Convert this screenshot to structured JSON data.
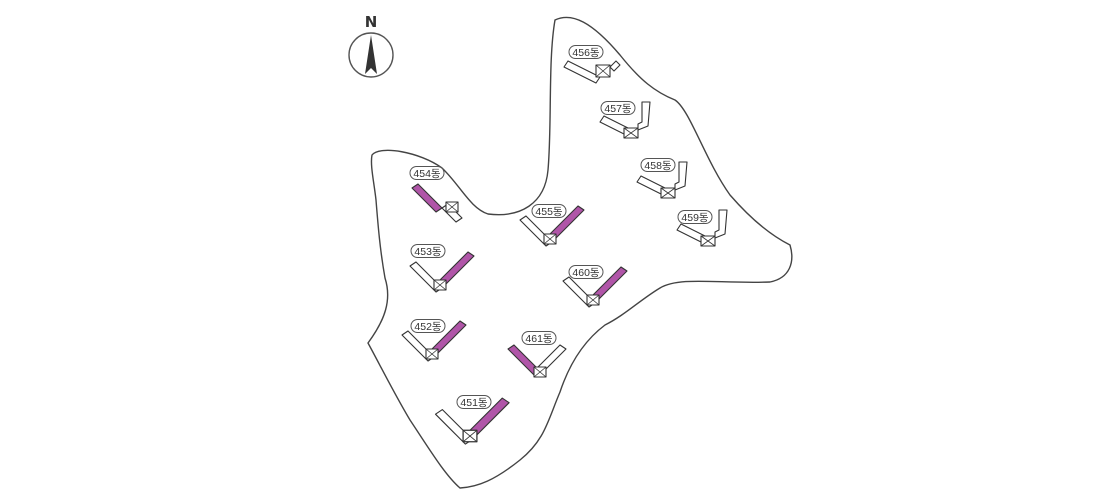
{
  "compass": {
    "label": "N"
  },
  "colors": {
    "highlight": "#b055a8",
    "outline": "#333333",
    "boundary": "#444444",
    "background": "#ffffff"
  },
  "buildings": [
    {
      "id": "b451",
      "label": "451동",
      "highlighted": true
    },
    {
      "id": "b452",
      "label": "452동",
      "highlighted": true
    },
    {
      "id": "b453",
      "label": "453동",
      "highlighted": true
    },
    {
      "id": "b454",
      "label": "454동",
      "highlighted": true
    },
    {
      "id": "b455",
      "label": "455동",
      "highlighted": true
    },
    {
      "id": "b456",
      "label": "456동",
      "highlighted": false
    },
    {
      "id": "b457",
      "label": "457동",
      "highlighted": false
    },
    {
      "id": "b458",
      "label": "458동",
      "highlighted": false
    },
    {
      "id": "b459",
      "label": "459동",
      "highlighted": false
    },
    {
      "id": "b460",
      "label": "460동",
      "highlighted": true
    },
    {
      "id": "b461",
      "label": "461동",
      "highlighted": true
    }
  ]
}
